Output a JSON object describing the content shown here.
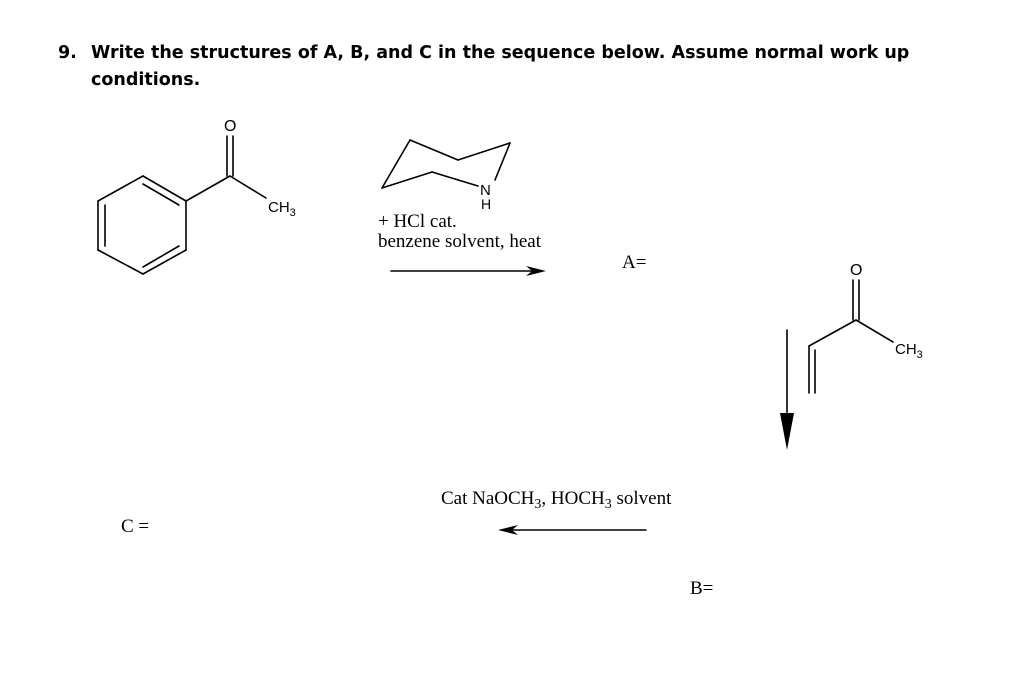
{
  "question": {
    "number": "9.",
    "text": "Write the structures of A, B, and C in the sequence below. Assume normal work up conditions."
  },
  "reactant1": {
    "oxygen_label": "O",
    "methyl_label": "CH3"
  },
  "reagent": {
    "amine_n_label": "N",
    "amine_h_label": "H",
    "line1": "+ HCl cat.",
    "line2": "benzene solvent, heat"
  },
  "labels": {
    "a": "A=",
    "b": "B=",
    "c": "C ="
  },
  "reactant2": {
    "oxygen_label": "O",
    "methyl_label": "CH3"
  },
  "step3": {
    "prefix": "Cat NaOCH",
    "sub1": "3",
    "middle": ", HOCH",
    "sub2": "3",
    "suffix": " solvent"
  }
}
